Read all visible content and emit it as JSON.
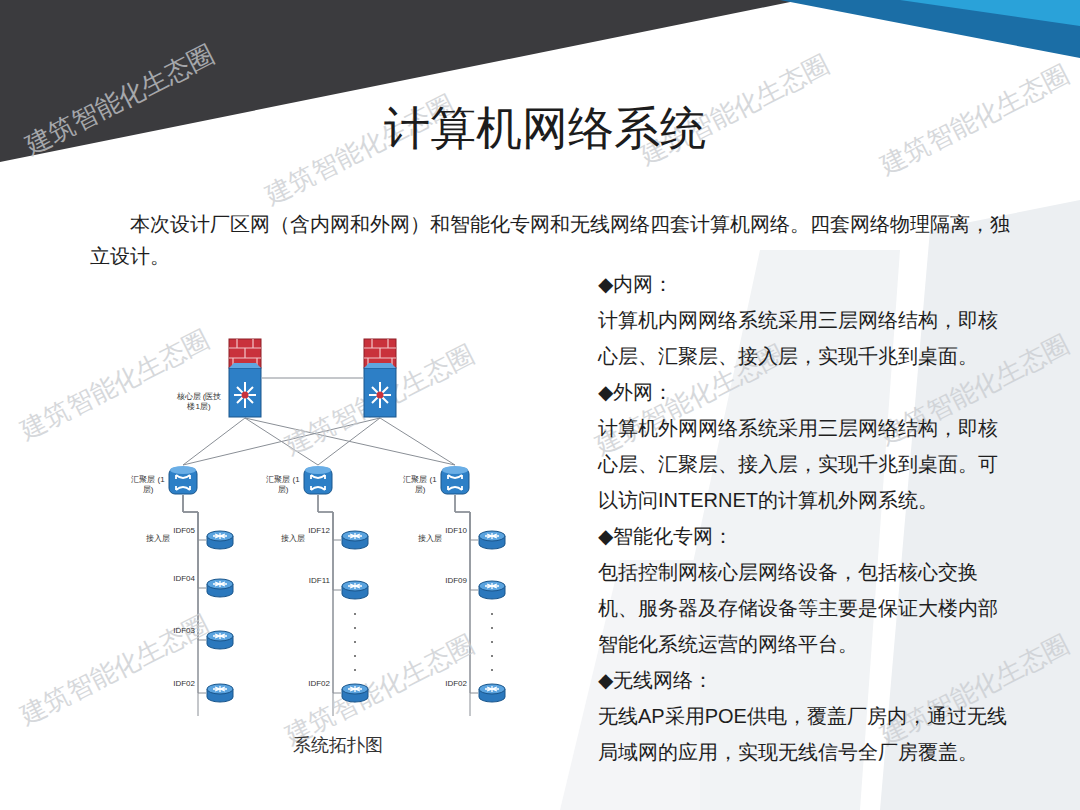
{
  "diagram": {
    "title": "计算机网络系统",
    "caption": "系统拓扑图",
    "nodes": [
      {
        "text": [
          "核心层 (医技楼1层)"
        ]
      },
      {
        "text": []
      },
      {
        "text": [
          "汇聚层 (1层)"
        ]
      },
      {
        "text": [
          "汇聚层 (1层)"
        ]
      },
      {
        "text": [
          "汇聚层 (1层)"
        ]
      },
      {
        "text": [
          "IDF05"
        ]
      },
      {
        "text": [
          "IDF04"
        ]
      },
      {
        "text": [
          "IDF03"
        ]
      },
      {
        "text": [
          "IDF02"
        ]
      },
      {
        "text": [
          "IDF12"
        ]
      },
      {
        "text": [
          "IDF11"
        ]
      },
      {
        "text": [
          "IDF02"
        ]
      },
      {
        "text": [
          "IDF10"
        ]
      },
      {
        "text": [
          "IDF09"
        ]
      },
      {
        "text": [
          "IDF02"
        ]
      }
    ],
    "edges": [
      {
        "from": 0,
        "to": 1,
        "arrow": "none"
      },
      {
        "from": 0,
        "to": 2,
        "arrow": "none"
      },
      {
        "from": 0,
        "to": 3,
        "arrow": "none"
      },
      {
        "from": 0,
        "to": 4,
        "arrow": "none"
      },
      {
        "from": 1,
        "to": 2,
        "arrow": "none"
      },
      {
        "from": 1,
        "to": 3,
        "arrow": "none"
      },
      {
        "from": 1,
        "to": 4,
        "arrow": "none"
      },
      {
        "from": 2,
        "to": 5,
        "arrow": "none"
      },
      {
        "from": 2,
        "to": 6,
        "arrow": "none"
      },
      {
        "from": 2,
        "to": 7,
        "arrow": "none"
      },
      {
        "from": 2,
        "to": 8,
        "arrow": "none"
      },
      {
        "from": 3,
        "to": 9,
        "arrow": "none"
      },
      {
        "from": 3,
        "to": 10,
        "arrow": "none"
      },
      {
        "from": 3,
        "to": 11,
        "arrow": "none"
      },
      {
        "from": 4,
        "to": 12,
        "arrow": "none"
      },
      {
        "from": 4,
        "to": 13,
        "arrow": "none"
      },
      {
        "from": 4,
        "to": 14,
        "arrow": "none"
      }
    ],
    "labels": [
      "本次设计厂区网（含内网和外网）和智能化专网和无线网络四套计算机网络。四套网络物理隔离，独立设计。",
      "接入层",
      "接入层",
      "接入层",
      "◆内网：",
      "计算机内网网络系统采用三层网络结构，即核心层、汇聚层、接入层，实现千兆到桌面。",
      "◆外网：",
      "计算机外网网络系统采用三层网络结构，即核心层、汇聚层、接入层，实现千兆到桌面。可以访问INTERNET的计算机外网系统。",
      "◆智能化专网：",
      "包括控制网核心层网络设备，包括核心交换机、服务器及存储设备等主要是保证大楼内部智能化系统运营的网络平台。",
      "◆无线网络：",
      "无线AP采用POE供电，覆盖厂房内，通过无线局域网的应用，实现无线信号全厂房覆盖。",
      "建筑智能化生态圈",
      "建筑智能化生态圈",
      "建筑智能化生态圈",
      "建筑智能化生态圈",
      "建筑智能化生态圈",
      "建筑智能化生态圈",
      "建筑智能化生态圈",
      "建筑智能化生态圈",
      "建筑智能化生态圈",
      "建筑智能化生态圈",
      "建筑智能化生态圈"
    ]
  }
}
